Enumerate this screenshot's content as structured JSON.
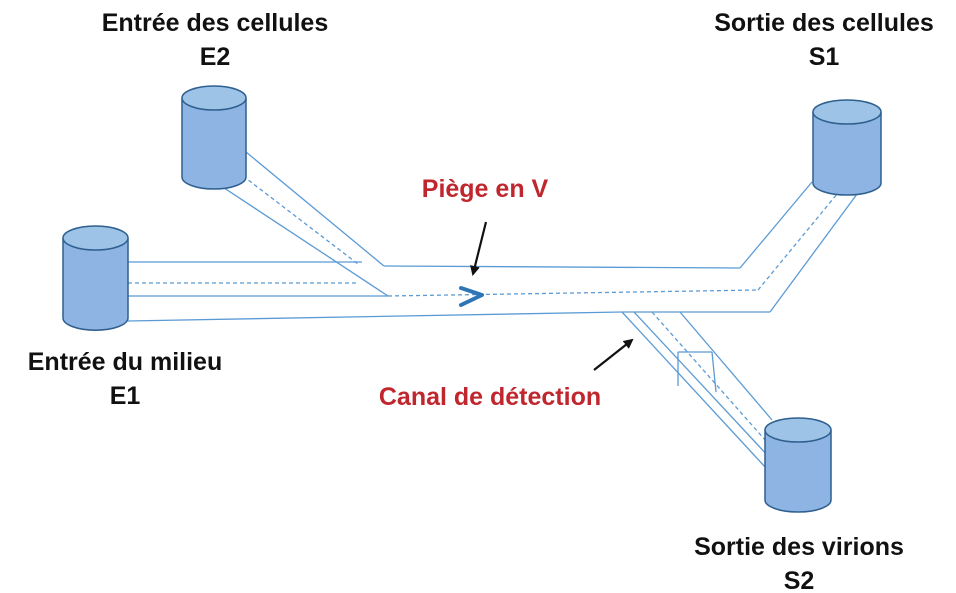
{
  "labels": {
    "e2": {
      "line1": "Entrée des cellules",
      "line2": "E2"
    },
    "s1": {
      "line1": "Sortie des cellules",
      "line2": "S1"
    },
    "e1": {
      "line1": "Entrée du milieu",
      "line2": "E1"
    },
    "s2": {
      "line1": "Sortie des virions",
      "line2": "S2"
    },
    "v_trap": "Piège en V",
    "detection_channel": "Canal de détection"
  },
  "colors": {
    "channel_line": "#5b9bd5",
    "reservoir_fill": "#8eb4e3",
    "reservoir_top": "#9dc3e6",
    "reservoir_stroke": "#2e5f8f",
    "v_trap_mark": "#2e75b6",
    "callout_text": "#c0262d",
    "label_text": "#111111"
  }
}
